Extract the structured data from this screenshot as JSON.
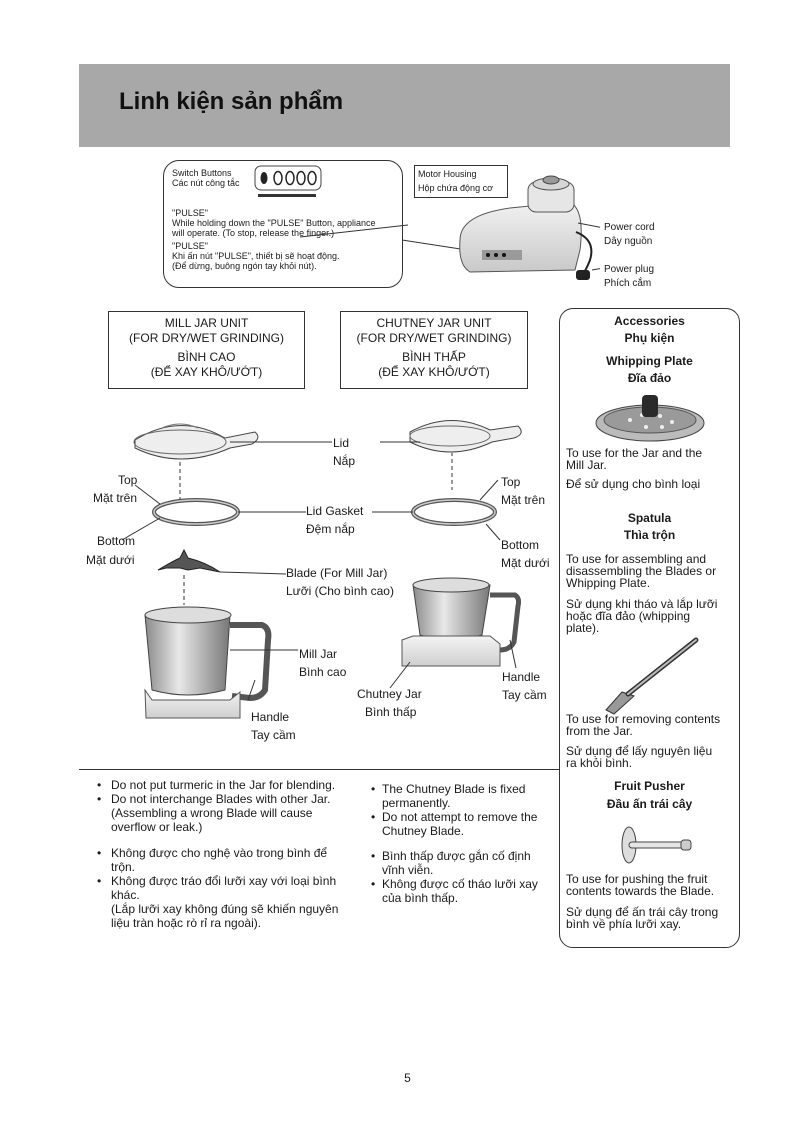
{
  "header": {
    "title": "Linh kiện sản phẩm"
  },
  "switch_callout": {
    "title_en": "Switch Buttons",
    "title_vi": "Các nút công tắc",
    "pulse_en_head": "\"PULSE\"",
    "pulse_en_1": "While holding down the \"PULSE\" Button, appliance",
    "pulse_en_2": "will operate. (To stop, release the finger.)",
    "pulse_vi_head": "\"PULSE\"",
    "pulse_vi_1": "Khi ấn nút \"PULSE\", thiết bị sẽ hoạt động.",
    "pulse_vi_2": "(Để dừng, buông ngón tay khỏi nút)."
  },
  "motor": {
    "en": "Motor Housing",
    "vi": "Hộp chứa động cơ",
    "power_cord_en": "Power cord",
    "power_cord_vi": "Dây nguồn",
    "power_plug_en": "Power plug",
    "power_plug_vi": "Phích cắm"
  },
  "mill_unit": {
    "line1": "MILL JAR UNIT",
    "line2": "(FOR DRY/WET GRINDING)",
    "line3": "BÌNH CAO",
    "line4": "(ĐỂ XAY KHÔ/ƯỚT)"
  },
  "chutney_unit": {
    "line1": "CHUTNEY JAR UNIT",
    "line2": "(FOR DRY/WET GRINDING)",
    "line3": "BÌNH THẤP",
    "line4": "(ĐỂ XAY KHÔ/ƯỚT)"
  },
  "parts": {
    "lid_en": "Lid",
    "lid_vi": "Nắp",
    "top_en": "Top",
    "top_vi": "Mặt trên",
    "top2_en": "Top",
    "top2_vi": "Mặt trên",
    "gasket_en": "Lid Gasket",
    "gasket_vi": "Đệm nắp",
    "bottom_en": "Bottom",
    "bottom_vi": "Mặt dưới",
    "bottom2_en": "Bottom",
    "bottom2_vi": "Mặt dưới",
    "blade_en": "Blade (For Mill Jar)",
    "blade_vi": "Lưỡi (Cho bình cao)",
    "mill_en": "Mill Jar",
    "mill_vi": "Bình cao",
    "handle_en": "Handle",
    "handle_vi": "Tay cầm",
    "handle2_en": "Handle",
    "handle2_vi": "Tay cầm",
    "chutney_en": "Chutney Jar",
    "chutney_vi": "Bình thấp"
  },
  "accessories": {
    "title_en": "Accessories",
    "title_vi": "Phụ kiện",
    "whip_en": "Whipping Plate",
    "whip_vi": "Đĩa đảo",
    "whip_desc_en_1": "To use for the Jar and the",
    "whip_desc_en_2": "Mill Jar.",
    "whip_desc_vi": "Để sử dụng cho bình loại",
    "spatula_en": "Spatula",
    "spatula_vi": "Thìa trộn",
    "spatula_desc_en_1": "To use for assembling and",
    "spatula_desc_en_2": "disassembling the Blades or",
    "spatula_desc_en_3": "Whipping Plate.",
    "spatula_desc_vi_1": "Sử dụng khi tháo và lắp lưỡi",
    "spatula_desc_vi_2": "hoặc đĩa đảo (whipping",
    "spatula_desc_vi_3": "plate).",
    "spatula_desc2_en_1": "To use for removing contents",
    "spatula_desc2_en_2": "from the Jar.",
    "spatula_desc2_vi_1": "Sử dụng để lấy nguyên liệu",
    "spatula_desc2_vi_2": "ra khỏi bình.",
    "pusher_en": "Fruit Pusher",
    "pusher_vi": "Đầu ấn trái cây",
    "pusher_desc_en_1": "To use for pushing the fruit",
    "pusher_desc_en_2": "contents towards the Blade.",
    "pusher_desc_vi_1": "Sử dụng để ấn trái cây trong",
    "pusher_desc_vi_2": "bình về phía lưỡi xay."
  },
  "notes_left": {
    "b1": "Do not put turmeric in the Jar for blending.",
    "b2": "Do not interchange Blades with other Jar.",
    "b2_1": "(Assembling a wrong Blade will cause",
    "b2_2": "overflow or leak.)",
    "b3_1": "Không được cho nghệ vào trong bình để",
    "b3_2": "trộn.",
    "b4_1": "Không được tráo đổi lưỡi xay với loại bình",
    "b4_2": "khác.",
    "b4_3": "(Lắp lưỡi xay không đúng sẽ khiến nguyên",
    "b4_4": "liệu tràn hoặc rò rỉ ra ngoài)."
  },
  "notes_right": {
    "b1_1": "The Chutney Blade is fixed",
    "b1_2": "permanently.",
    "b2_1": "Do not attempt to remove the",
    "b2_2": "Chutney Blade.",
    "b3_1": "Bình thấp được gắn cố định",
    "b3_2": "vĩnh viễn.",
    "b4_1": "Không được cố tháo lưỡi xay",
    "b4_2": "của bình thấp."
  },
  "footer": {
    "page_number": "5"
  }
}
